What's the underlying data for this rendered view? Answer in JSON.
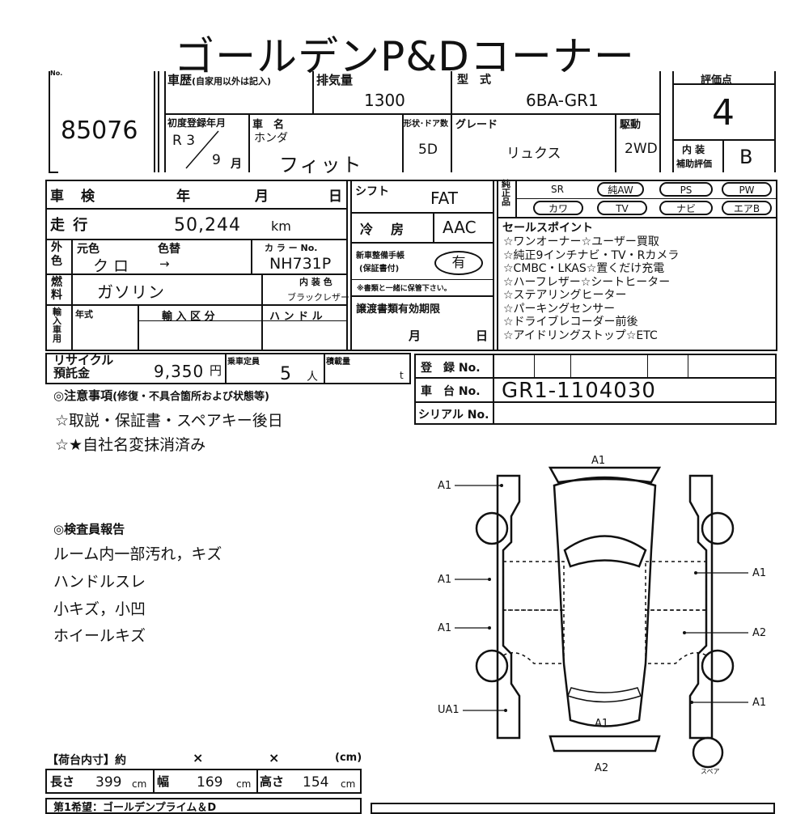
{
  "header": {
    "title": "ゴールデンP&Dコーナー"
  },
  "lot": {
    "label": "No.",
    "number": "85076"
  },
  "history": {
    "label": "車歴",
    "sub": "(自家用以外は記入)"
  },
  "displacement": {
    "label": "排気量",
    "value": "1300"
  },
  "model": {
    "label": "型　式",
    "value": "6BA-GR1"
  },
  "score": {
    "label": "評価点",
    "value": "4"
  },
  "interior": {
    "label1": "内 装",
    "label2": "補助評価",
    "value": "B"
  },
  "first_reg": {
    "label": "初度登録年月",
    "era": "R 3",
    "month": "9",
    "month_unit": "月"
  },
  "car_name": {
    "label": "車　名",
    "maker": "ホンダ",
    "name": "フィット"
  },
  "doors": {
    "label": "形状･ドア数",
    "value": "5D"
  },
  "grade": {
    "label": "グレード",
    "value": "リュクス"
  },
  "drive": {
    "label": "駆動",
    "value": "2WD"
  },
  "inspection": {
    "label": "車　検",
    "year": "年",
    "month": "月",
    "day": "日"
  },
  "shift": {
    "label": "シフト",
    "value": "FAT"
  },
  "equipment": {
    "label": "純正品",
    "items": [
      {
        "text": "SR",
        "circled": false
      },
      {
        "text": "純AW",
        "circled": true
      },
      {
        "text": "PS",
        "circled": true
      },
      {
        "text": "PW",
        "circled": true
      },
      {
        "text": "カワ",
        "circled": true
      },
      {
        "text": "TV",
        "circled": true
      },
      {
        "text": "ナビ",
        "circled": true
      },
      {
        "text": "エアB",
        "circled": true
      }
    ]
  },
  "mileage": {
    "label": "走 行",
    "value": "50,244",
    "unit": "km"
  },
  "ac": {
    "label": "冷　房",
    "value": "AAC"
  },
  "color": {
    "label": "外色",
    "orig_label": "元色",
    "change_label": "色替",
    "orig": "ク ロ",
    "arrow": "→",
    "code_label": "カ ラ ー No.",
    "code": "NH731P",
    "interior_label": "内 装 色",
    "interior": "ブラックレザー"
  },
  "fuel": {
    "label": "燃料",
    "value": "ガソリン"
  },
  "manual": {
    "label1": "新車整備手帳",
    "label2": "(保証書付)",
    "value": "有",
    "note": "※書類と一緒に保管下さい。"
  },
  "import": {
    "label": "輸入車用",
    "year_label": "年式",
    "class_label": "輸 入 区 分",
    "handle_label": "ハ ン ド ル"
  },
  "transfer": {
    "label": "譲渡書類有効期限",
    "month": "月",
    "day": "日"
  },
  "sales_points": {
    "label": "セールスポイント",
    "items": [
      "☆ワンオーナー☆ユーザー買取",
      "☆純正9インチナビ・TV・Rカメラ",
      "☆CMBC・LKAS☆置くだけ充電",
      "☆ハーフレザー☆シートヒーター",
      "☆ステアリングヒーター",
      "☆パーキングセンサー",
      "☆ドライブレコーダー前後",
      "☆アイドリングストップ☆ETC"
    ]
  },
  "recycle": {
    "label1": "リサイクル",
    "label2": "預託金",
    "value": "9,350",
    "unit": "円"
  },
  "capacity": {
    "label": "乗車定員",
    "value": "5",
    "unit": "人"
  },
  "load": {
    "label": "積載量",
    "unit": "t"
  },
  "registration": {
    "reg_label": "登　録 No.",
    "chassis_label": "車　台 No.",
    "chassis": "GR1-1104030",
    "serial_label": "シリアル No."
  },
  "notes": {
    "label": "◎注意事項",
    "sub": "(修復・不具合箇所および状態等)",
    "items": [
      "☆取説・保証書・スペアキー後日",
      "☆★自社名変抹消済み"
    ]
  },
  "inspector": {
    "label": "◎検査員報告",
    "items": [
      "ルーム内一部汚れ，キズ",
      "ハンドルスレ",
      "小キズ，小凹",
      "ホイールキズ"
    ]
  },
  "diagram": {
    "top": "A1",
    "left_top": "A1",
    "left_mid1": "A1",
    "left_mid2": "A1",
    "left_bottom": "UA1",
    "right_mid1": "A1",
    "right_mid2": "A2",
    "right_bottom": "A1",
    "rear_inner": "A1",
    "rear": "A2",
    "spare": "スペア"
  },
  "cargo": {
    "label": "【荷台内寸】約",
    "x1": "×",
    "x2": "×",
    "unit_paren": "(cm)",
    "length_label": "長さ",
    "length": "399",
    "width_label": "幅",
    "width": "169",
    "height_label": "高さ",
    "height": "154",
    "unit": "cm"
  },
  "footer": {
    "text": "第1希望：ゴールデンプライム＆D"
  }
}
